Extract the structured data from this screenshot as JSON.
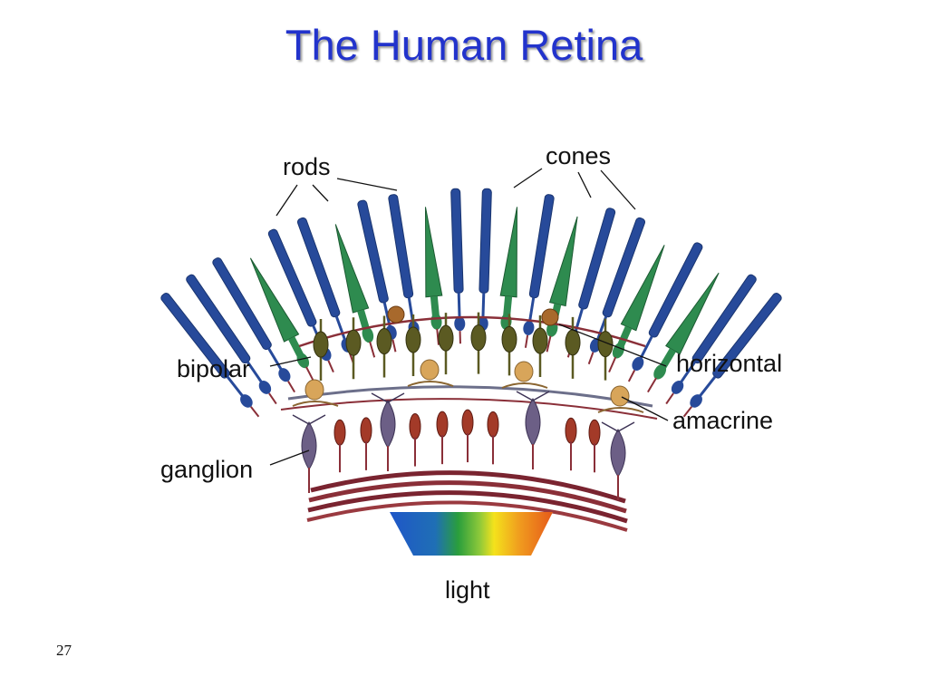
{
  "title": "The Human Retina",
  "labels": {
    "rods": "rods",
    "cones": "cones",
    "bipolar": "bipolar",
    "horizontal": "horizontal",
    "amacrine": "amacrine",
    "ganglion": "ganglion",
    "light": "light"
  },
  "page_number": "27",
  "colors": {
    "title": "#2233cc",
    "rod": "#274a9a",
    "cone": "#2e8b4f",
    "bipolar": "#5b5a22",
    "horizontal": "#a8692c",
    "amacrine": "#d8a55a",
    "ganglion": "#6c5f86",
    "ganglion_small": "#a33a28",
    "fiber": "#8a2f38",
    "light_spectrum": [
      "#1f56c8",
      "#2a9e3c",
      "#f4e21c",
      "#e65a1a"
    ]
  }
}
